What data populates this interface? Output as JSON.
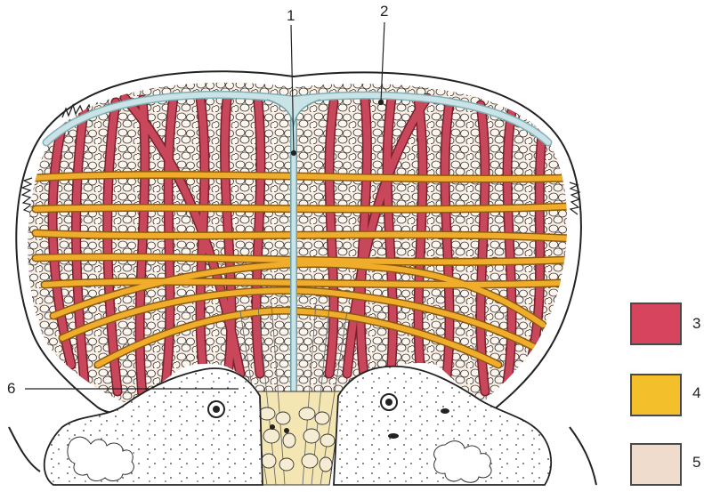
{
  "figure": {
    "labels": {
      "l1": "1",
      "l2": "2",
      "l6": "6"
    },
    "legend": [
      {
        "number": "3",
        "color": "#d6455d"
      },
      {
        "number": "4",
        "color": "#f3bf2b"
      },
      {
        "number": "5",
        "color": "#f0dccd"
      }
    ],
    "colors": {
      "muscle": "#c8475a",
      "muscle_stroke": "#7a1f2c",
      "nerve": "#e6a12a",
      "nerve_stroke": "#8a5a10",
      "fat": "#fbeee3",
      "septum": "#bcd9dc",
      "outline": "#222222"
    }
  }
}
